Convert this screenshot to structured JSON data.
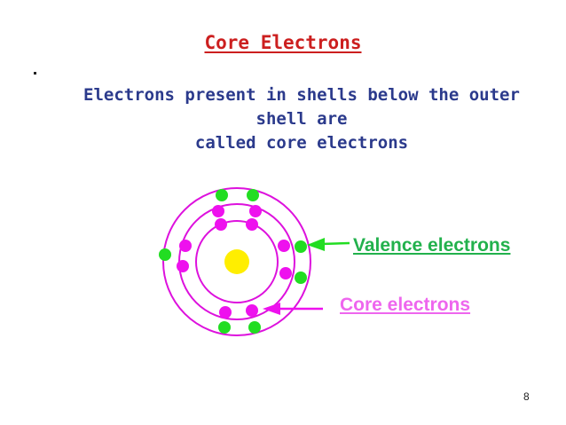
{
  "slide": {
    "title": "Core Electrons",
    "body_lines": [
      "Electrons present in shells below the outer",
      "shell are",
      "called core electrons"
    ],
    "valence_label": "Valence electrons",
    "core_label": "Core electrons",
    "page_number": "8"
  },
  "colors": {
    "title": "#cc1f1f",
    "body_text": "#2b3a8c",
    "shell": "#dd11dd",
    "core_electron": "#ee11ee",
    "valence_electron": "#22dd22",
    "nucleus": "#ffee00",
    "valence_label": "#22b14c",
    "core_label": "#ee66ee"
  }
}
